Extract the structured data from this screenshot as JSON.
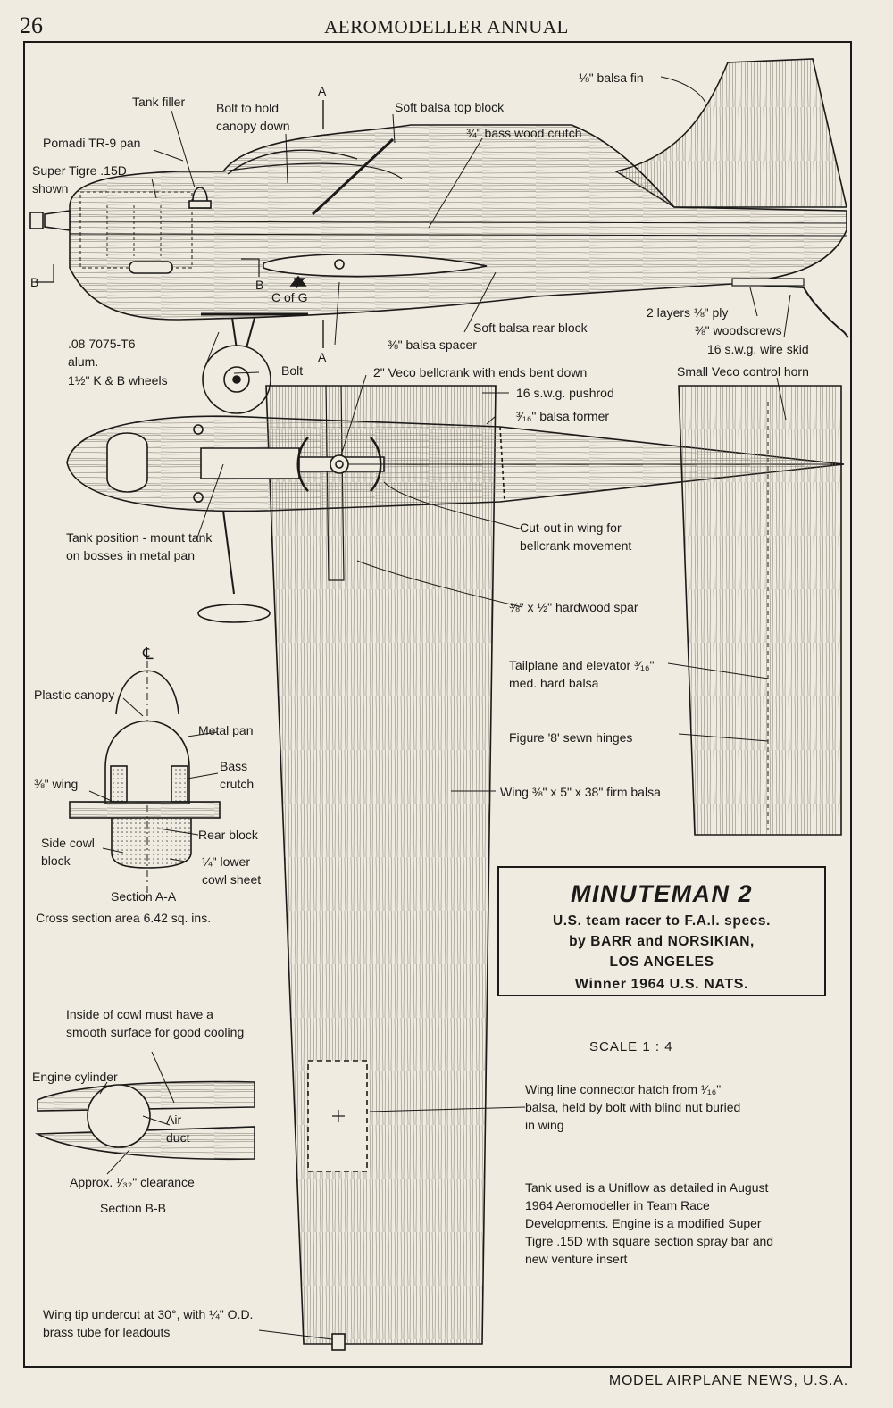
{
  "page": {
    "number": "26",
    "running_head": "AEROMODELLER ANNUAL",
    "footer": "MODEL AIRPLANE NEWS, U.S.A."
  },
  "title_box": {
    "title": "MINUTEMAN 2",
    "line1": "U.S. team racer to F.A.I. specs.",
    "line2": "by BARR and NORSIKIAN,",
    "line3": "LOS ANGELES",
    "line4": "Winner 1964 U.S. NATS."
  },
  "scale": "SCALE 1 : 4",
  "side_view_labels": {
    "tank_filler": "Tank filler",
    "bolt_canopy": "Bolt to hold canopy down",
    "section_marker_a": "A",
    "section_marker_b": "B",
    "soft_balsa_top": "Soft balsa top block",
    "balsa_fin": "⅛\" balsa fin",
    "bass_crutch": "¾\" bass wood crutch",
    "pan": "Pomadi TR-9 pan",
    "engine": "Super Tigre .15D shown",
    "c_of_g": "C of G",
    "soft_balsa_rear": "Soft balsa rear block",
    "balsa_spacer": "⅜\" balsa spacer",
    "ply_layers": "2 layers ⅛\" ply",
    "woodscrews": "⅜\" woodscrews",
    "wire_skid": "16 s.w.g. wire skid",
    "alum": ".08 7075-T6 alum.",
    "wheels": "1½\" K & B wheels",
    "bolt": "Bolt"
  },
  "plan_view_labels": {
    "bellcrank": "2\" Veco bellcrank with ends bent down",
    "pushrod": "16 s.w.g. pushrod",
    "former": "³⁄₁₆\" balsa former",
    "control_horn": "Small Veco control horn",
    "tank_position": "Tank position - mount tank on bosses in metal pan",
    "cutout": "Cut-out in wing for bellcrank movement",
    "spar": "⅜\" x ½\" hardwood spar",
    "tailplane": "Tailplane and elevator ³⁄₁₆\" med. hard balsa",
    "hinges": "Figure '8' sewn hinges",
    "wing": "Wing ⅜\" x 5\" x 38\" firm balsa",
    "hatch": "Wing line connector hatch from ¹⁄₁₆\" balsa, held by bolt with blind nut buried in wing",
    "tank_note": "Tank used is a Uniflow as detailed in August 1964 Aeromodeller in Team Race Developments. Engine is a modified Super Tigre .15D with square section spray bar and new venture insert",
    "wing_tip": "Wing tip undercut at 30°, with ¼\" O.D. brass tube for leadouts"
  },
  "section_aa_labels": {
    "centerline": "℄",
    "canopy": "Plastic canopy",
    "metal_pan": "Metal pan",
    "bass_crutch": "Bass crutch",
    "wing": "⅜\" wing",
    "side_cowl": "Side cowl block",
    "rear_block": "Rear block",
    "lower_cowl": "¼\" lower cowl sheet",
    "title": "Section A-A",
    "area": "Cross section area 6.42 sq. ins."
  },
  "section_bb_labels": {
    "cowl_note": "Inside of cowl must have a smooth surface for good cooling",
    "cylinder": "Engine cylinder",
    "air_duct": "Air duct",
    "clearance": "Approx. ¹⁄₃₂\" clearance",
    "title": "Section B-B"
  }
}
